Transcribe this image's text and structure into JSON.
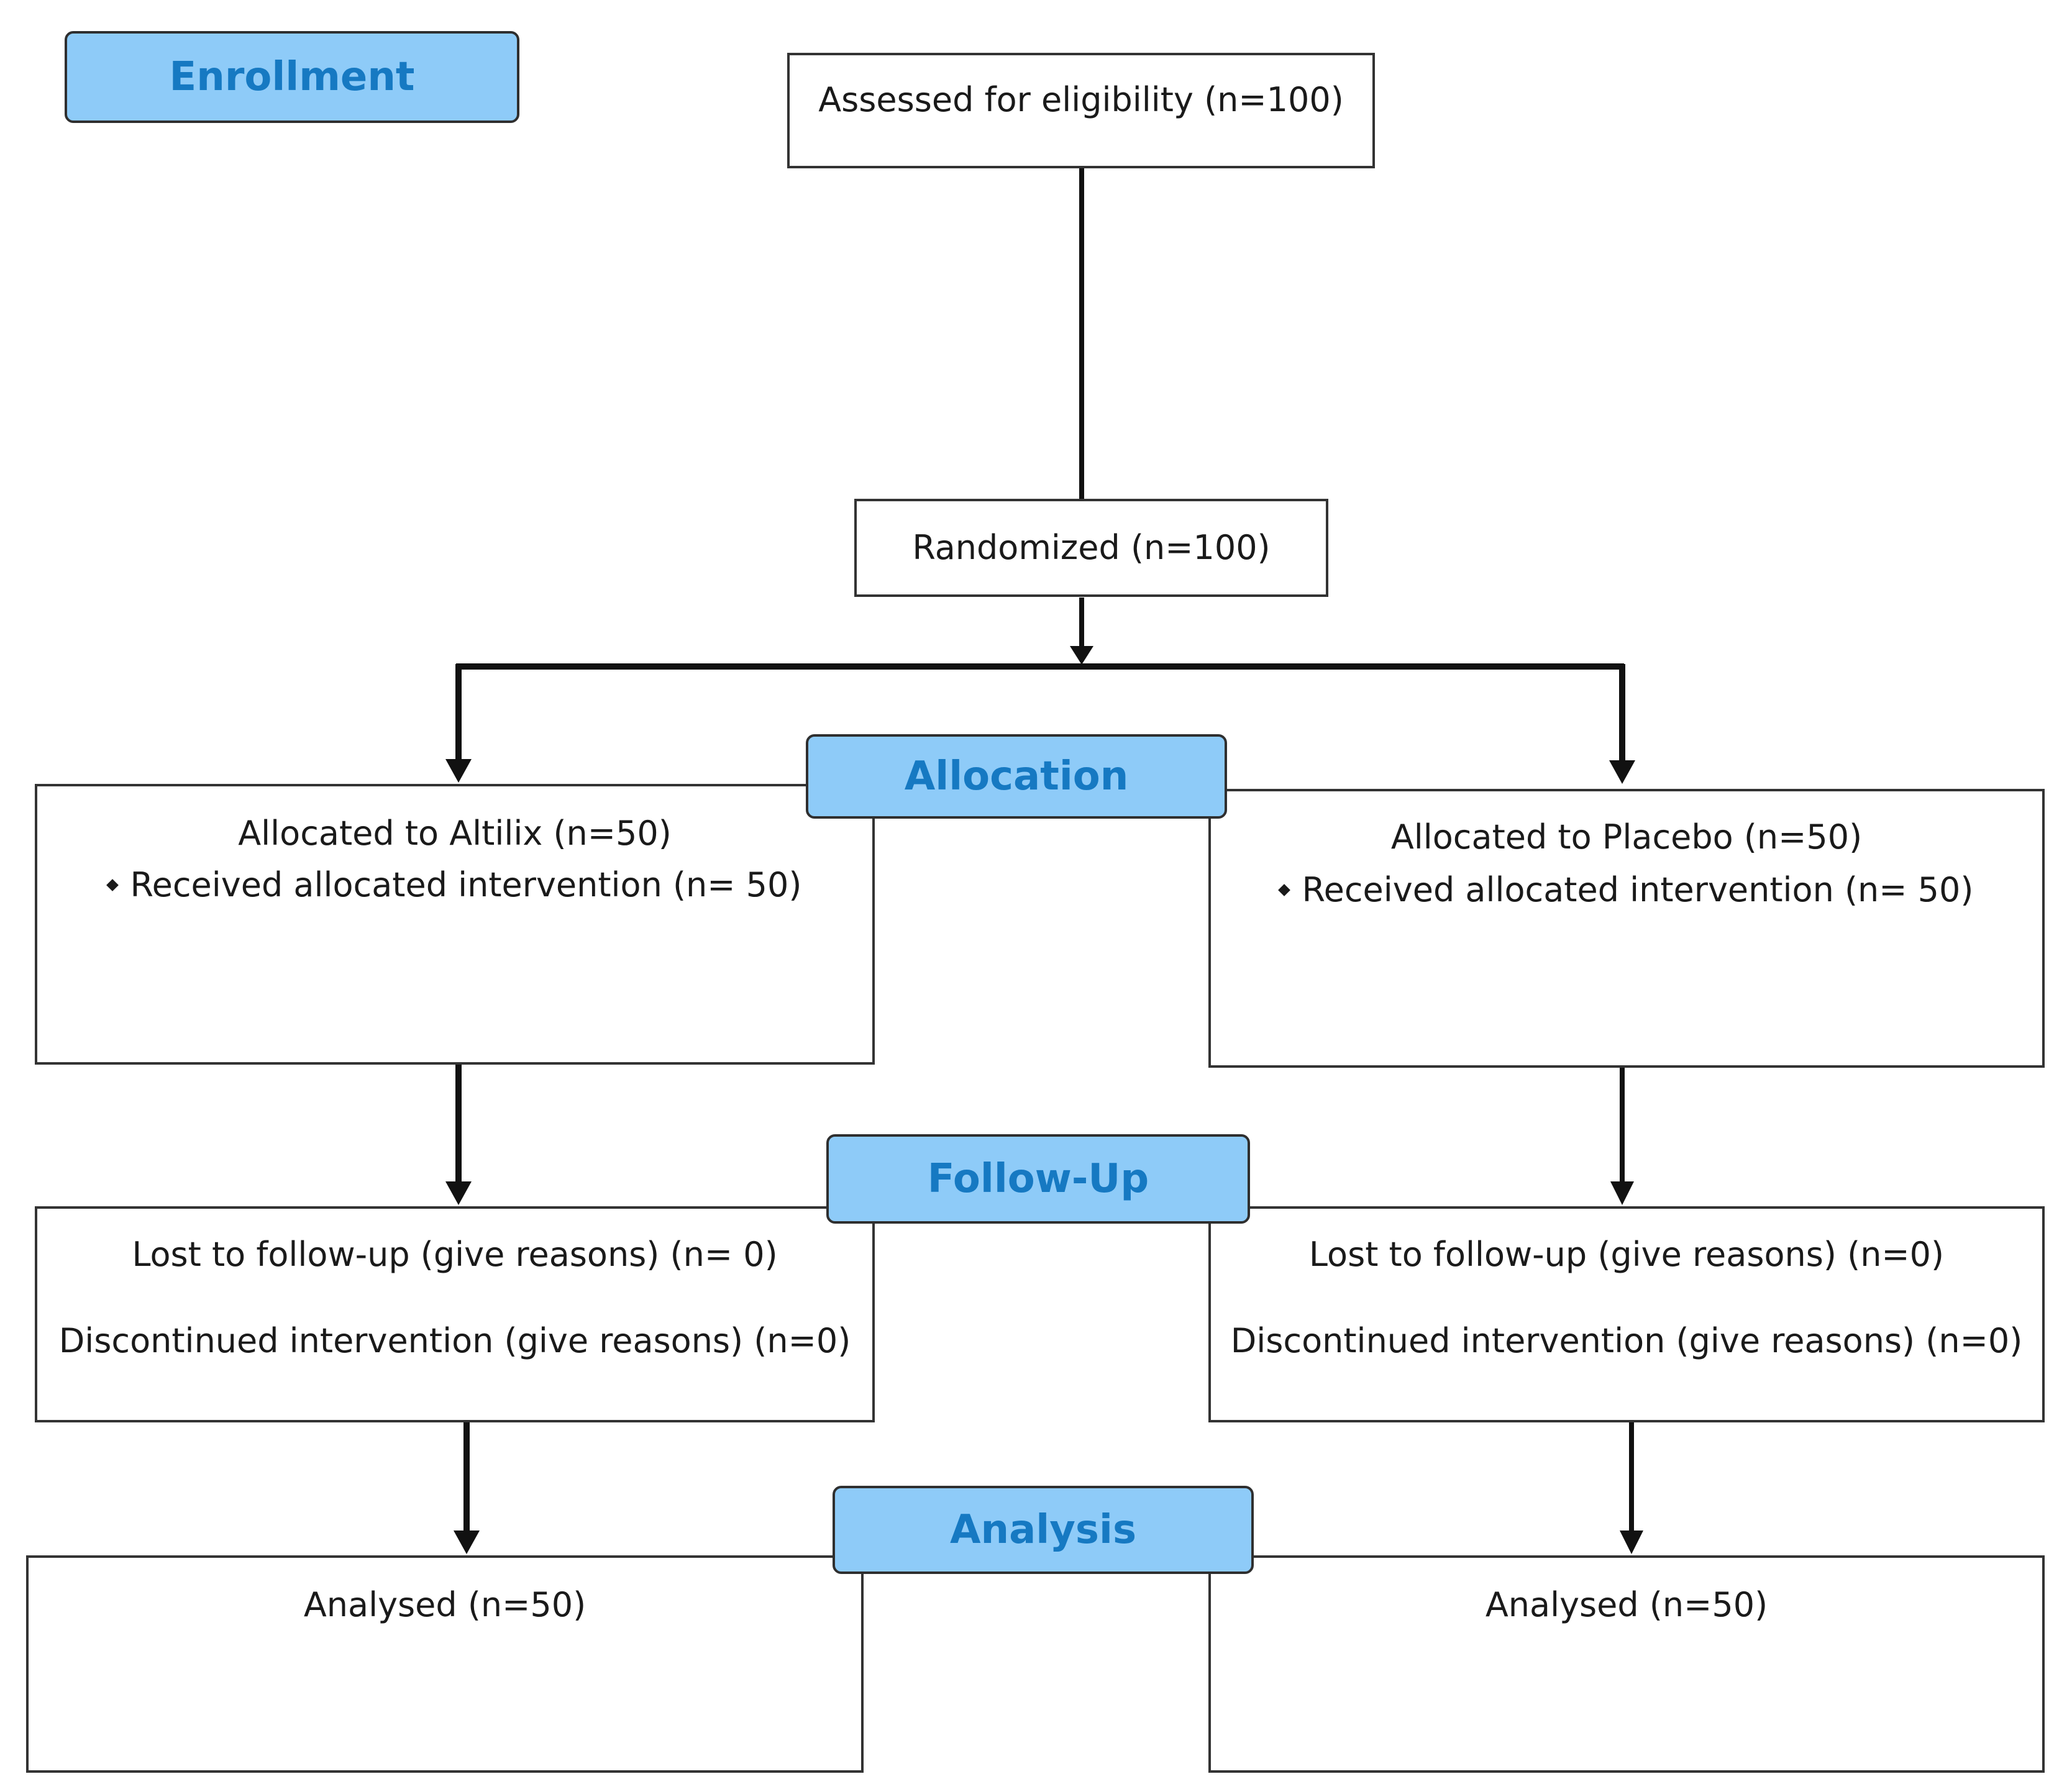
{
  "stages": {
    "enrollment": "Enrollment",
    "allocation": "Allocation",
    "follow_up": "Follow-Up",
    "analysis": "Analysis"
  },
  "enrollment": {
    "assessed": "Assessed for eligibility (n=100)",
    "randomized": "Randomized (n=100)"
  },
  "left_arm": {
    "allocated": "Allocated to Altilix (n=50)",
    "received": "Received allocated intervention (n= 50)",
    "lost": "Lost to follow-up (give reasons) (n= 0)",
    "discontinued": "Discontinued intervention (give reasons) (n=0)",
    "analysed": "Analysed (n=50)"
  },
  "right_arm": {
    "allocated": "Allocated to Placebo (n=50)",
    "received": "Received allocated intervention (n= 50)",
    "lost": "Lost to follow-up (give reasons) (n=0)",
    "discontinued": "Discontinued intervention (give reasons) (n=0)",
    "analysed": "Analysed (n=50)"
  },
  "colors": {
    "label_fill": "#8ecbf8",
    "label_text": "#1679c2",
    "line": "#111111"
  }
}
